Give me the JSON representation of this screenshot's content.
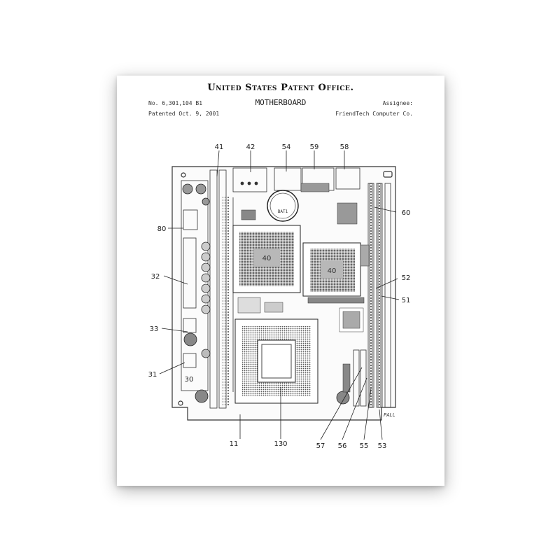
{
  "patent": {
    "office_title": "United States Patent Office.",
    "number": "No. 6,301,104 B1",
    "subject": "MOTHERBOARD",
    "assignee_label": "Assignee:",
    "patented_date": "Patented Oct. 9, 2001",
    "assignee": "FriendTech Computer Co."
  },
  "callouts": {
    "n41": "41",
    "n42": "42",
    "n54": "54",
    "n59": "59",
    "n58": "58",
    "n60": "60",
    "n80": "80",
    "n32": "32",
    "n52": "52",
    "n51": "51",
    "n33": "33",
    "n31": "31",
    "n30": "30",
    "n11": "11",
    "n130": "130",
    "n57": "57",
    "n56": "56",
    "n55": "55",
    "n53": "53"
  },
  "chips": {
    "chip_a": "40",
    "chip_b": "40"
  },
  "battery": {
    "label": "BAT1"
  },
  "edge_label": "PALL",
  "colors": {
    "ink": "#222222",
    "paper": "#ffffff",
    "shadow": "#9a9a9a"
  }
}
